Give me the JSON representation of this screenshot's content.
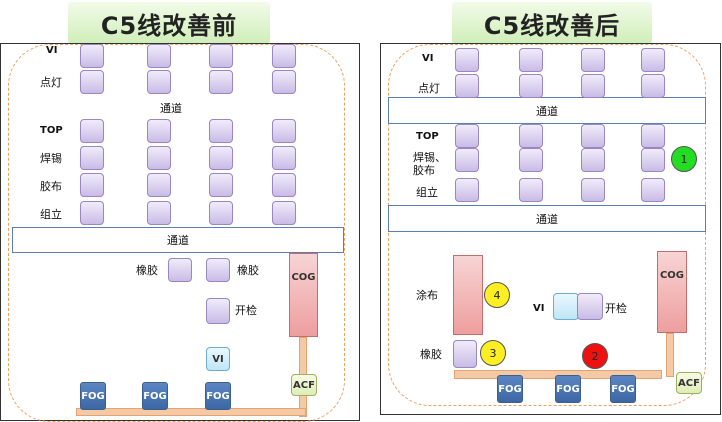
{
  "titles": {
    "before": "C5线改善前",
    "after": "C5线改善后"
  },
  "colors": {
    "green_circle": "#22dd22",
    "yellow_circle": "#ffee22",
    "red_circle": "#ee1111"
  },
  "before": {
    "rows": [
      "VI",
      "点灯",
      "TOP",
      "焊锡",
      "胶布",
      "组立"
    ],
    "channel_mid": "通道",
    "channel_band": "通道",
    "rubber_left": "橡胶",
    "rubber_right": "橡胶",
    "inspect": "开检",
    "vi": "VI",
    "cog": "COG",
    "acf": "ACF",
    "fog": [
      "FOG",
      "FOG",
      "FOG"
    ]
  },
  "after": {
    "rows": [
      "VI",
      "点灯",
      "TOP",
      "焊锡、\n胶布",
      "组立"
    ],
    "channel_top": "通道",
    "channel_bottom": "通道",
    "coating": "涂布",
    "rubber": "橡胶",
    "vi": "VI",
    "inspect": "开检",
    "cog": "COG",
    "acf": "ACF",
    "fog": [
      "FOG",
      "FOG",
      "FOG"
    ],
    "markers": [
      "1",
      "2",
      "3",
      "4"
    ]
  }
}
